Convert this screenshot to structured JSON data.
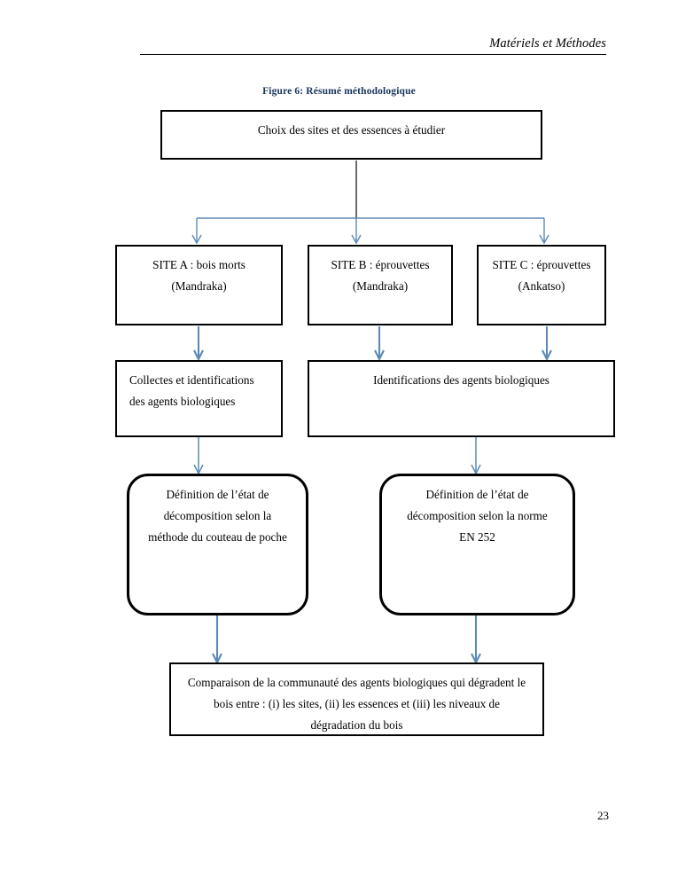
{
  "page": {
    "running_header": "Matériels et Méthodes",
    "page_number": "23",
    "figure_caption": "Figure 6: Résumé méthodologique",
    "caption_color": "#17365D",
    "connector_color": "#5B8AB5",
    "connector_stub_color": "#3A3A3A",
    "box_border_color": "#000000"
  },
  "flowchart": {
    "nodes": {
      "root": {
        "line1": "Choix des sites et des essences à étudier"
      },
      "site_a": {
        "line1": "SITE A : bois morts",
        "line2": "(Mandraka)"
      },
      "site_b": {
        "line1": "SITE B : éprouvettes",
        "line2": "(Mandraka)"
      },
      "site_c": {
        "line1": "SITE C : éprouvettes",
        "line2": "(Ankatso)"
      },
      "collect_left": {
        "line1": "Collectes et identifications",
        "line2": "des agents biologiques"
      },
      "identify_right": {
        "line1": "Identifications des agents biologiques"
      },
      "definition_knife": {
        "line1": "Définition de l’état de",
        "line2": "décomposition selon la",
        "line3": "méthode du couteau de poche"
      },
      "definition_norm": {
        "line1": "Définition de l’état de",
        "line2": "décomposition selon la norme",
        "line3": "EN 252"
      },
      "comparison": {
        "line1": "Comparaison de la communauté des agents biologiques qui dégradent le",
        "line2": "bois entre : (i) les sites, (ii) les essences et (iii) les niveaux de",
        "line3": "dégradation du bois"
      }
    }
  }
}
